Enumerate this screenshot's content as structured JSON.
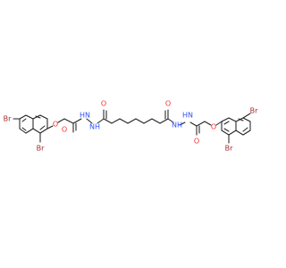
{
  "diagram": {
    "colors": {
      "bond": "#222222",
      "bromine": "#a52a2a",
      "oxygen": "#ff2a2a",
      "nitrogen": "#3050f8",
      "background": "#ffffff"
    },
    "labels": {
      "left_br_top": "Br",
      "left_br_bottom": "Br",
      "left_ether_o": "O",
      "left_carbonyl_o": "O",
      "left_nh_1": "HN",
      "left_nh_2": "NH",
      "central_carbonyl_o_left": "O",
      "central_carbonyl_o_right": "O",
      "right_nh_1": "NH",
      "right_nh_2": "HN",
      "right_carbonyl_o": "O",
      "right_ether_o": "O",
      "right_br_top": "Br",
      "right_br_bottom": "Br"
    }
  }
}
